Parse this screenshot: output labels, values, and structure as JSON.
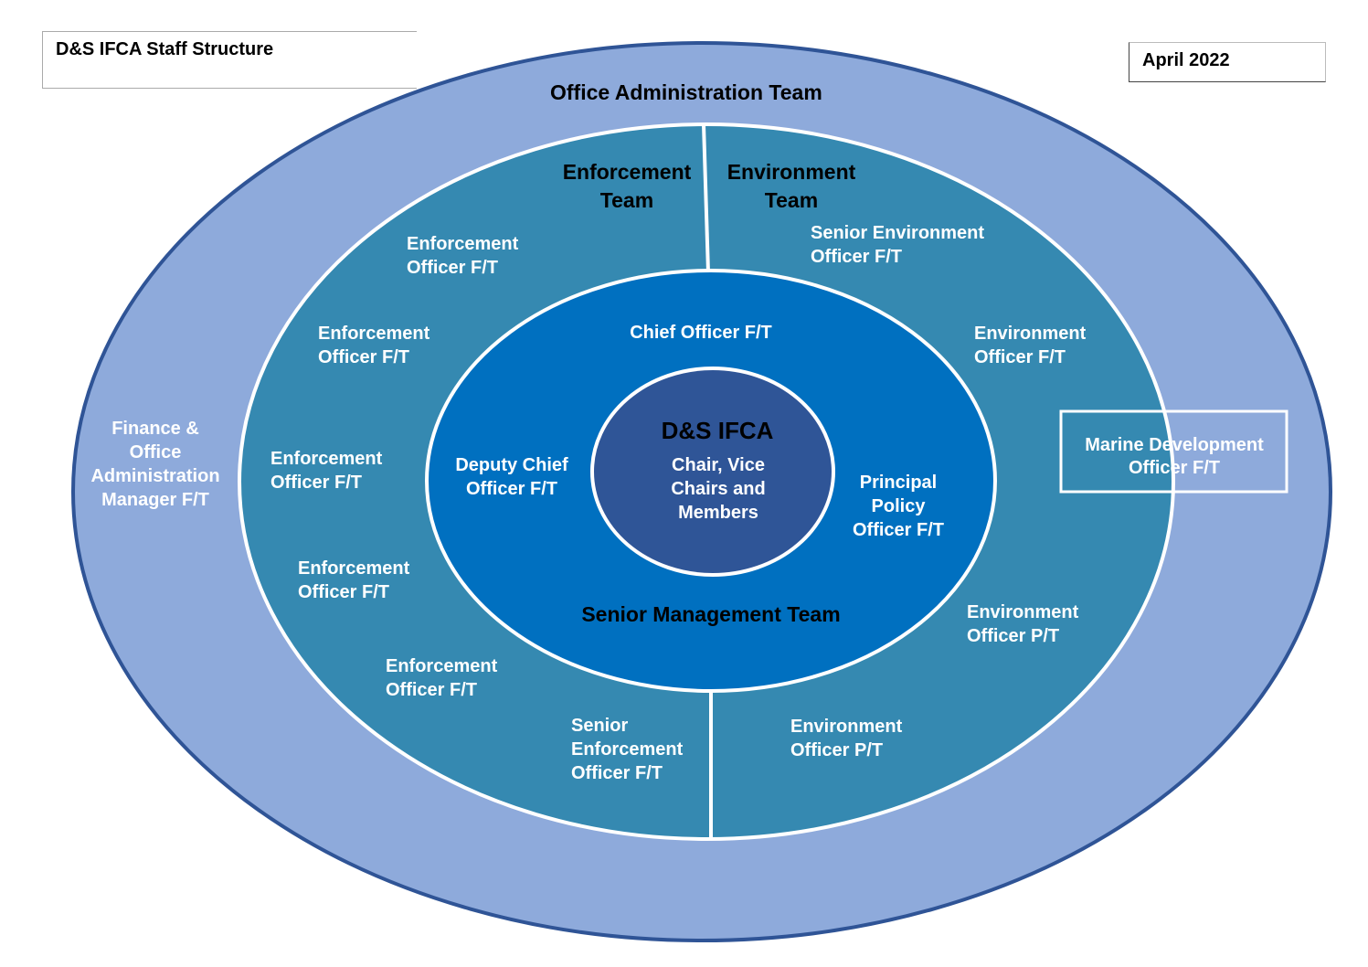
{
  "header": {
    "title": "D&S IFCA Staff Structure",
    "date": "April 2022"
  },
  "colors": {
    "outer_ring": "#8eaadb",
    "outer_border": "#2f5496",
    "middle_ring": "#3589b1",
    "inner_ring": "#0070c0",
    "core": "#2f5597",
    "divider": "#ffffff"
  },
  "diagram": {
    "outer_team": "Office Administration Team",
    "finance": [
      "Finance &",
      "Office",
      "Administration",
      "Manager F/T"
    ],
    "enforcement_team": [
      "Enforcement",
      "Team"
    ],
    "environment_team": [
      "Environment",
      "Team"
    ],
    "enforcement_officers": [
      [
        "Enforcement",
        "Officer F/T"
      ],
      [
        "Enforcement",
        "Officer F/T"
      ],
      [
        "Enforcement",
        "Officer F/T"
      ],
      [
        "Enforcement",
        "Officer F/T"
      ],
      [
        "Enforcement",
        "Officer F/T"
      ]
    ],
    "senior_enforcement": [
      "Senior",
      "Enforcement",
      "Officer F/T"
    ],
    "senior_environment": [
      "Senior Environment",
      "Officer F/T"
    ],
    "environment_officers": [
      [
        "Environment",
        "Officer F/T"
      ],
      [
        "Environment",
        "Officer P/T"
      ],
      [
        "Environment",
        "Officer P/T"
      ]
    ],
    "marine_development": [
      "Marine Development",
      "Officer F/T"
    ],
    "senior_management_team": "Senior Management Team",
    "chief_officer": "Chief Officer F/T",
    "deputy_chief": [
      "Deputy Chief",
      "Officer F/T"
    ],
    "principal_policy": [
      "Principal",
      "Policy",
      "Officer F/T"
    ],
    "core_title": "D&S IFCA",
    "core_members": [
      "Chair, Vice",
      "Chairs and",
      "Members"
    ]
  }
}
